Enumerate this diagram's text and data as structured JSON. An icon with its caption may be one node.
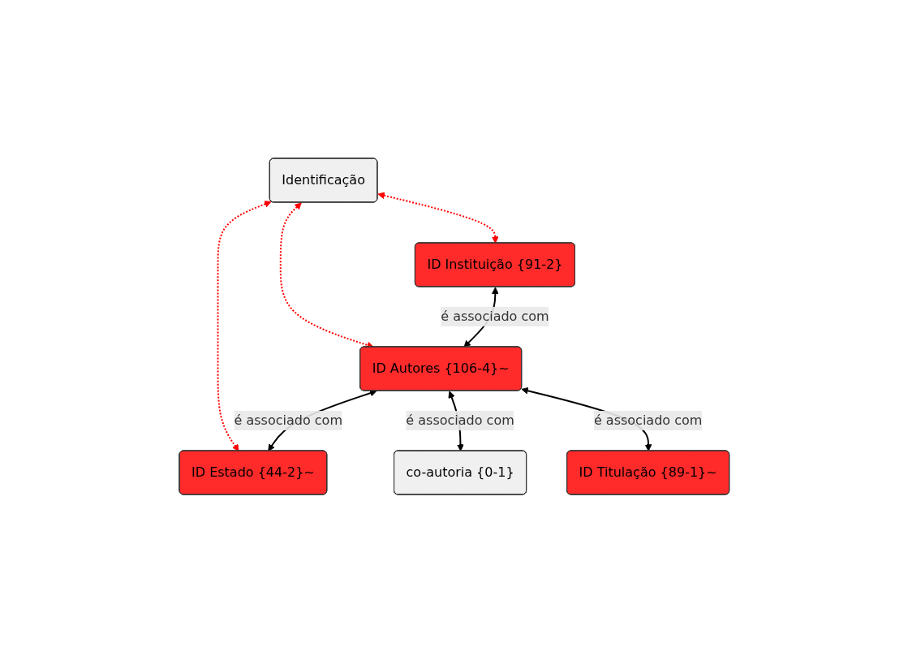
{
  "diagram": {
    "nodes": [
      {
        "text": [
          "Identificação"
        ]
      },
      {
        "text": [
          "ID Instituição {91-2}"
        ]
      },
      {
        "text": [
          "ID Autores {106-4}~"
        ]
      },
      {
        "text": [
          "ID Estado {44-2}~"
        ]
      },
      {
        "text": [
          "co-autoria {0-1}"
        ]
      },
      {
        "text": [
          "ID Titulação {89-1}~"
        ]
      }
    ],
    "edges": [
      {
        "from": 0,
        "to": 1,
        "arrow": "both",
        "style": "dashed",
        "color": "#ff0000"
      },
      {
        "from": 0,
        "to": 2,
        "arrow": "both",
        "style": "dashed",
        "color": "#ff0000"
      },
      {
        "from": 0,
        "to": 3,
        "arrow": "both",
        "style": "dashed",
        "color": "#ff0000"
      },
      {
        "from": 1,
        "to": 2,
        "label": "é associado com",
        "arrow": "both"
      },
      {
        "from": 2,
        "to": 3,
        "label": "é associado com",
        "arrow": "both"
      },
      {
        "from": 2,
        "to": 4,
        "label": "é associado com",
        "arrow": "both"
      },
      {
        "from": 2,
        "to": 5,
        "label": "é associado com",
        "arrow": "both"
      }
    ]
  }
}
